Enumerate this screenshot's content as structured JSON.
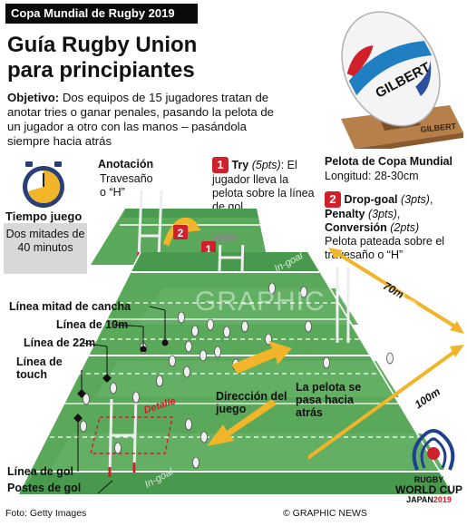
{
  "header": {
    "banner": "Copa Mundial de Rugby 2019"
  },
  "title": {
    "line1": "Guía Rugby Union",
    "line2": "para principiantes"
  },
  "intro": {
    "label": "Objetivo:",
    "text": "Dos equipos de 15 jugadores tratan de anotar tries o ganar penales, pasando la pelota de un jugador a otro con las manos – pasándola siempre hacia atrás"
  },
  "ball": {
    "brand": "GILBERT",
    "stand_brand": "GILBERT",
    "caption_title": "Pelota de Copa Mundial",
    "caption_length": "Longitud: 28-30cm"
  },
  "time": {
    "label": "Tiempo juego",
    "value": "Dos mitades de 40 minutos"
  },
  "crossbar": {
    "label": "Anotación",
    "desc": "Travesaño o “H”"
  },
  "scoring": {
    "try": {
      "num": "1",
      "name": "Try",
      "pts": "(5pts)",
      "desc": ": El jugador lleva la pelota sobre la línea de gol"
    },
    "kicks": {
      "num": "2",
      "drop": "Drop-goal",
      "drop_pts": "(3pts)",
      "penalty": "Penalty",
      "penalty_pts": "(3pts)",
      "conv": "Conversión",
      "conv_pts": "(2pts)",
      "desc": "Pelota pateada sobre el travesaño o “H”"
    }
  },
  "field": {
    "width": "70m",
    "length": "100m",
    "ingoal": "In-goal",
    "detail": "Detalle",
    "labels": [
      "Línea mitad de cancha",
      "Línea de 10m",
      "Línea de 22m",
      "Línea de touch",
      "Línea de gol",
      "Postes de gol"
    ],
    "direction": "Dirección del juego",
    "pass": "La pelota se pasa hacia atrás"
  },
  "footer": {
    "photo": "Foto: Getty Images",
    "credit": "© GRAPHIC NEWS"
  },
  "logo": {
    "line1": "RUGBY",
    "line2": "WORLD CUP",
    "line3": "JAPAN",
    "year": "2019"
  },
  "watermark": "GRAPHIC NEWS",
  "colors": {
    "turf": "#5aa85a",
    "turf_dark": "#3e8e48",
    "accent": "#d0202c",
    "arrow": "#f2b428"
  }
}
